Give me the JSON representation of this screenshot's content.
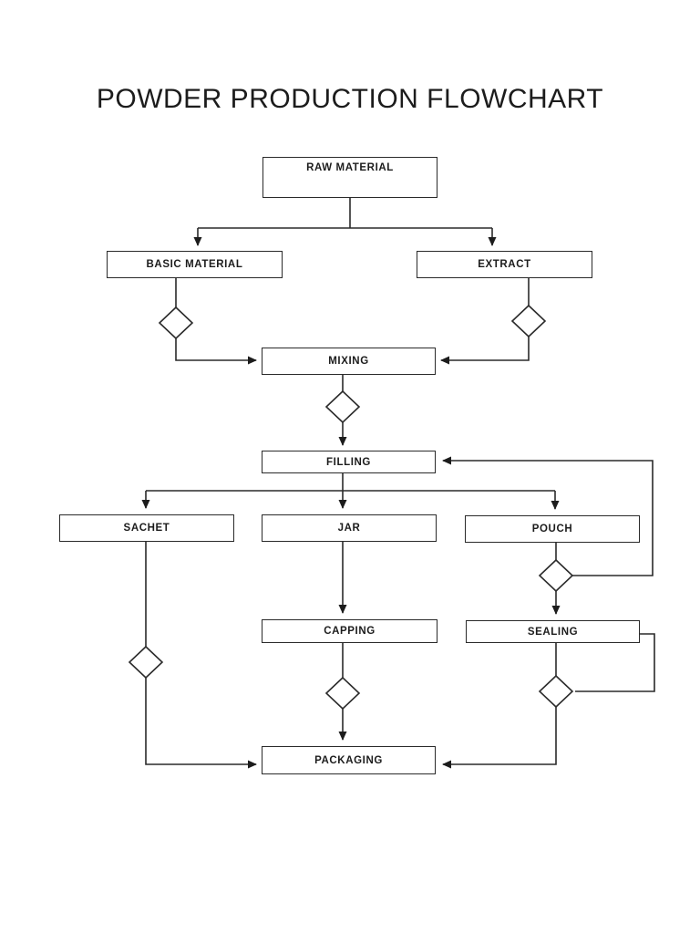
{
  "title": "POWDER PRODUCTION FLOWCHART",
  "colors": {
    "background": "#ffffff",
    "ink": "#2a2a2a",
    "text": "#1c1c1c"
  },
  "nodes": {
    "raw_material": {
      "label": "RAW MATERIAL"
    },
    "basic_material": {
      "label": "BASIC MATERIAL"
    },
    "extract": {
      "label": "EXTRACT"
    },
    "mixing": {
      "label": "MIXING"
    },
    "filling": {
      "label": "FILLING"
    },
    "sachet": {
      "label": "SACHET"
    },
    "jar": {
      "label": "JAR"
    },
    "pouch": {
      "label": "POUCH"
    },
    "capping": {
      "label": "CAPPING"
    },
    "sealing": {
      "label": "SEALING"
    },
    "packaging": {
      "label": "PACKAGING"
    }
  },
  "flow": [
    {
      "from": "RAW MATERIAL",
      "to": "BASIC MATERIAL"
    },
    {
      "from": "RAW MATERIAL",
      "to": "EXTRACT"
    },
    {
      "from": "BASIC MATERIAL",
      "to": "MIXING",
      "via": "decision"
    },
    {
      "from": "EXTRACT",
      "to": "MIXING",
      "via": "decision"
    },
    {
      "from": "MIXING",
      "to": "FILLING",
      "via": "decision"
    },
    {
      "from": "FILLING",
      "to": "SACHET"
    },
    {
      "from": "FILLING",
      "to": "JAR"
    },
    {
      "from": "FILLING",
      "to": "POUCH"
    },
    {
      "from": "SACHET",
      "to": "PACKAGING",
      "via": "decision"
    },
    {
      "from": "JAR",
      "to": "CAPPING"
    },
    {
      "from": "POUCH",
      "to": "SEALING",
      "via": "decision"
    },
    {
      "from": "POUCH decision",
      "to": "FILLING",
      "via": "return-loop"
    },
    {
      "from": "CAPPING",
      "to": "PACKAGING",
      "via": "decision"
    },
    {
      "from": "SEALING",
      "to": "SEALING decision",
      "via": "side-loop"
    },
    {
      "from": "SEALING",
      "to": "PACKAGING",
      "via": "decision"
    }
  ]
}
